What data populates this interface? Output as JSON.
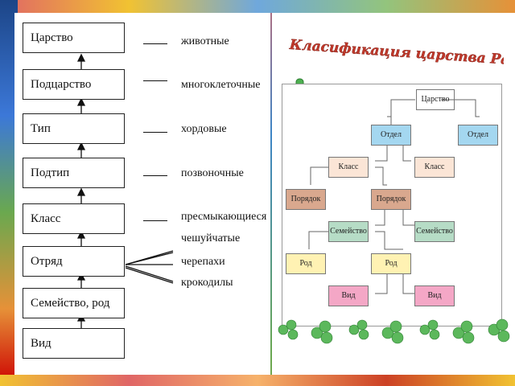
{
  "left": {
    "ranks": [
      "Царство",
      "Подцарство",
      "Тип",
      "Подтип",
      "Класс",
      "Отряд",
      "Семейство, род",
      "Вид"
    ],
    "examples": [
      "животные",
      "многоклеточные",
      "хордовые",
      "позвоночные",
      "пресмыкающиеся",
      "чешуйчатые",
      "черепахи",
      "крокодилы"
    ]
  },
  "right": {
    "title": "Класификация царства Растения.",
    "nodes": {
      "kingdom": "Царство",
      "division": "Отдел",
      "class": "Класс",
      "order": "Порядок",
      "family": "Семейство",
      "genus": "Род",
      "species": "Вид"
    }
  },
  "colors": {
    "kingdom": "#ffffff",
    "division": "#a4d7f0",
    "class": "#fbe5d6",
    "order": "#d9a88e",
    "family": "#b6dcc6",
    "genus": "#fff2b3",
    "species": "#f4a7c6",
    "title_red": "#c0392b"
  }
}
